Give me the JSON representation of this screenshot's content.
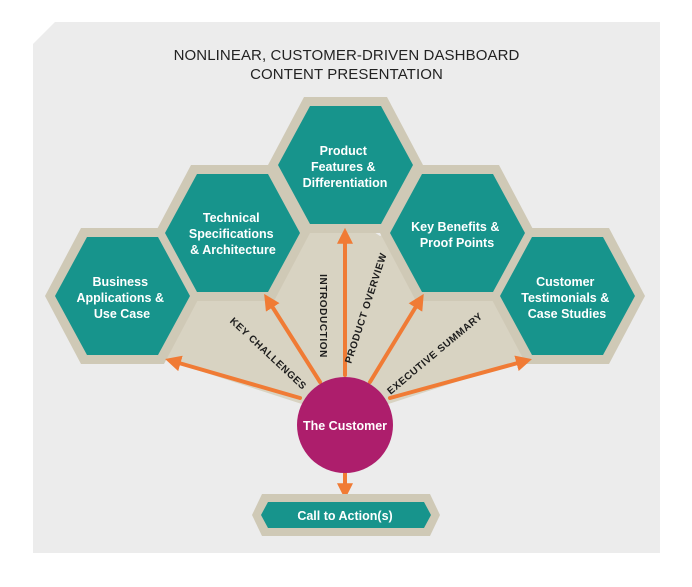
{
  "title": {
    "line1": "NONLINEAR, CUSTOMER-DRIVEN DASHBOARD",
    "line2": "CONTENT PRESENTATION"
  },
  "hexagons": [
    {
      "id": "business",
      "lines": [
        "Business",
        "Applications &",
        "Use Case"
      ]
    },
    {
      "id": "technical",
      "lines": [
        "Technical",
        "Specifications",
        "& Architecture"
      ]
    },
    {
      "id": "product",
      "lines": [
        "Product",
        "Features &",
        "Differentiation"
      ]
    },
    {
      "id": "benefits",
      "lines": [
        "Key Benefits &",
        "Proof Points"
      ]
    },
    {
      "id": "testimonials",
      "lines": [
        "Customer",
        "Testimonials &",
        "Case Studies"
      ]
    }
  ],
  "paths": {
    "key_challenges": "KEY CHALLENGES",
    "introduction": "INTRODUCTION",
    "product_overview": "PRODUCT OVERVIEW",
    "executive_summary": "EXECUTIVE SUMMARY"
  },
  "center": {
    "label": "The Customer"
  },
  "cta": {
    "label": "Call to Action(s)"
  },
  "colors": {
    "teal": "#17948c",
    "outline": "#cfc9b6",
    "fan": "#d8d3c2",
    "arrow": "#f07b35",
    "customer": "#ad1e6c",
    "card": "#ececec"
  }
}
